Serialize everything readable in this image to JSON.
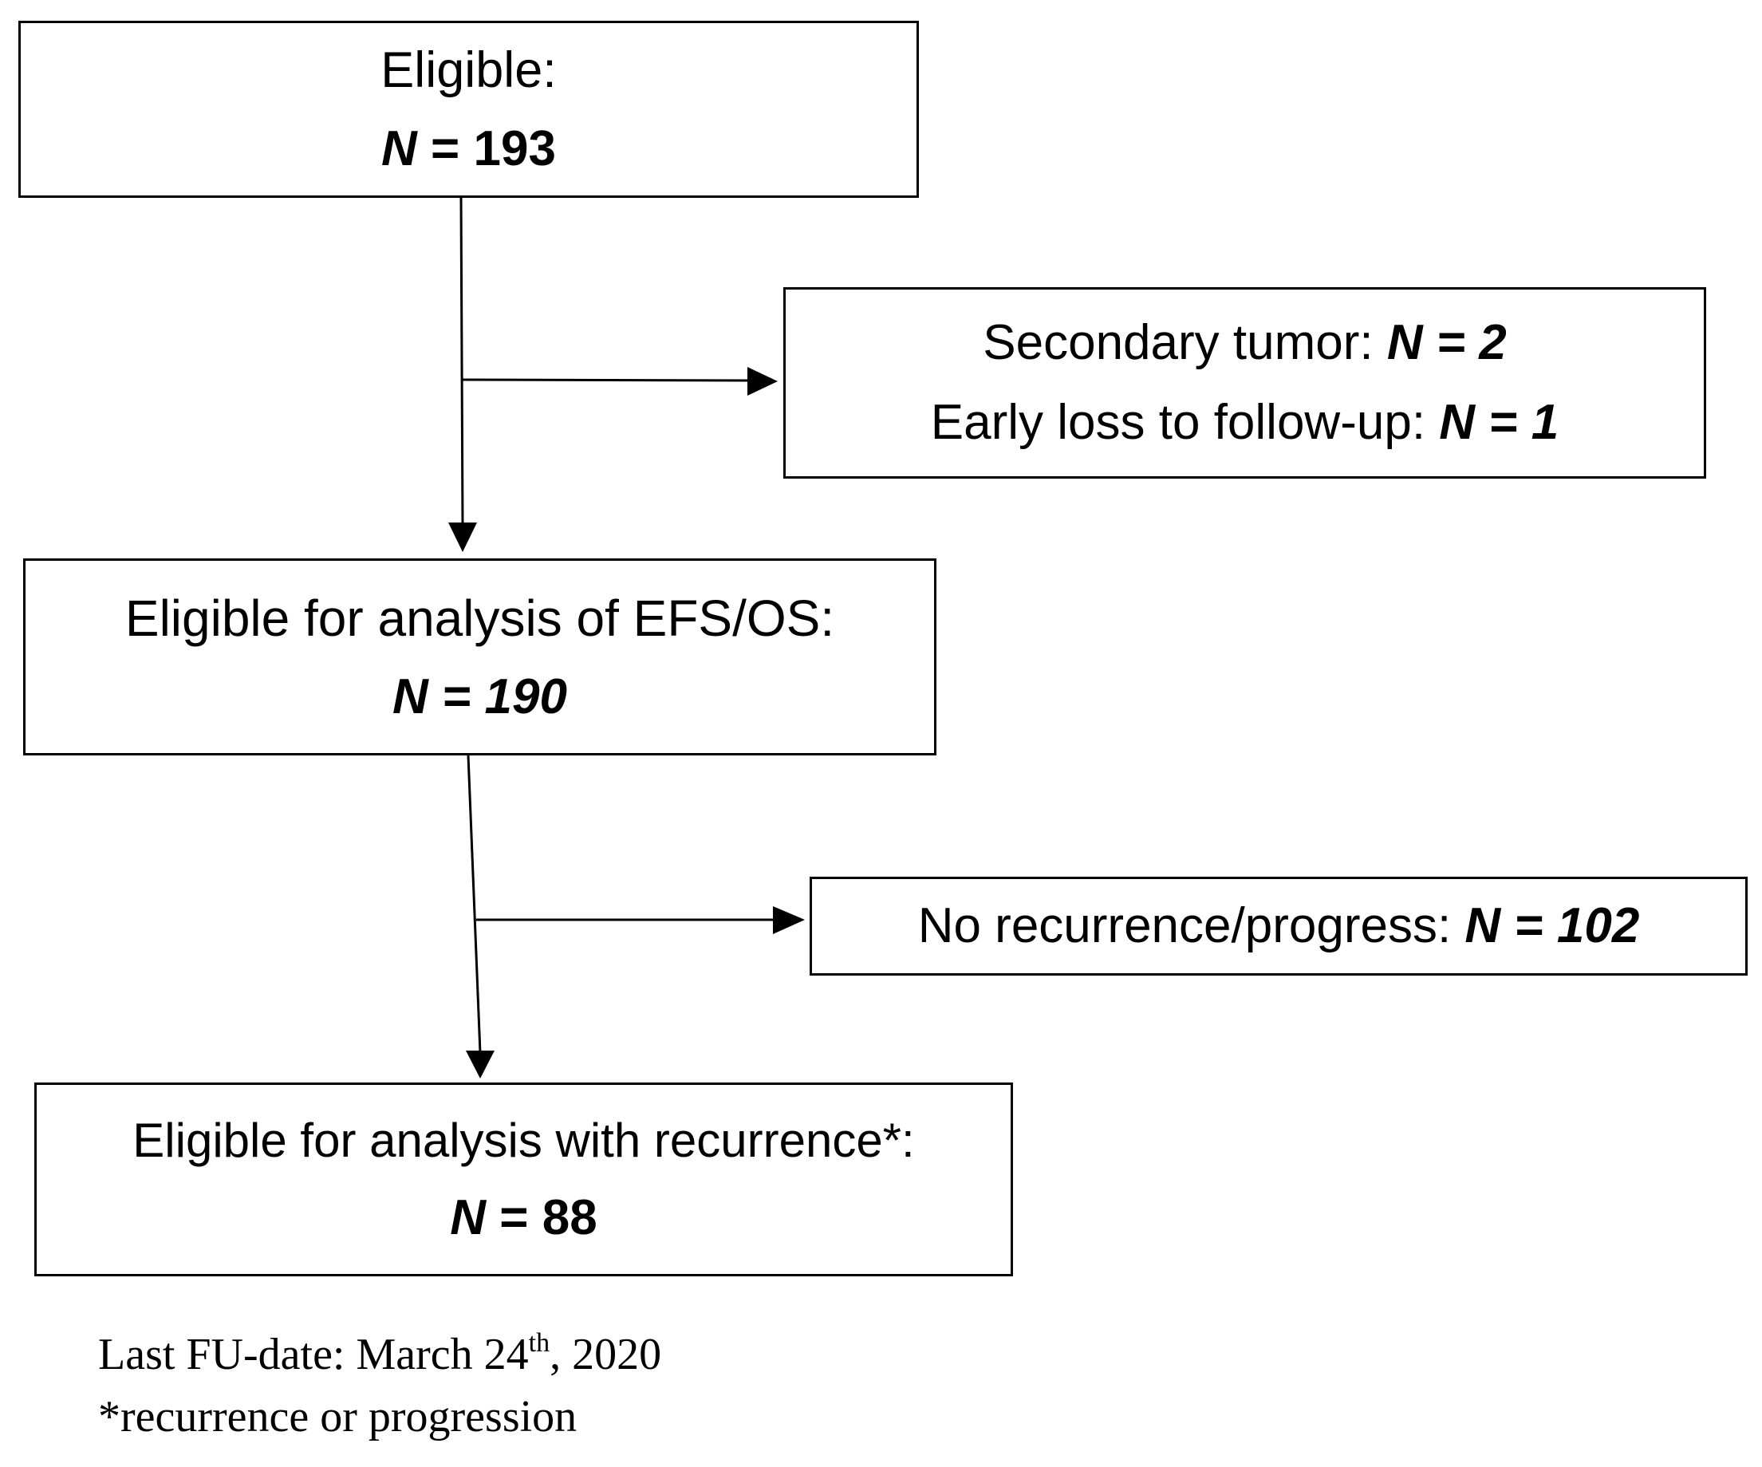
{
  "boxes": {
    "eligible": {
      "label": "Eligible:",
      "n_prefix": "N",
      "n_rest": " = 193"
    },
    "excluded": {
      "line1_label": "Secondary tumor: ",
      "line1_n": "N = 2",
      "line2_label": "Early loss to follow-up: ",
      "line2_n": "N = 1"
    },
    "efs_os": {
      "label": "Eligible for analysis of EFS/OS:",
      "n": "N = 190"
    },
    "no_recurrence": {
      "label": "No recurrence/progress: ",
      "n": "N = 102"
    },
    "recurrence": {
      "label": "Eligible for analysis with recurrence*:",
      "n_prefix": "N",
      "n_rest": " = 88"
    }
  },
  "footnotes": {
    "last_fu_before": "Last FU-date: March 24",
    "last_fu_sup": "th",
    "last_fu_after": ", 2020",
    "asterisk_note": "*recurrence or progression"
  },
  "colors": {
    "stroke": "#000000",
    "background": "#ffffff"
  }
}
